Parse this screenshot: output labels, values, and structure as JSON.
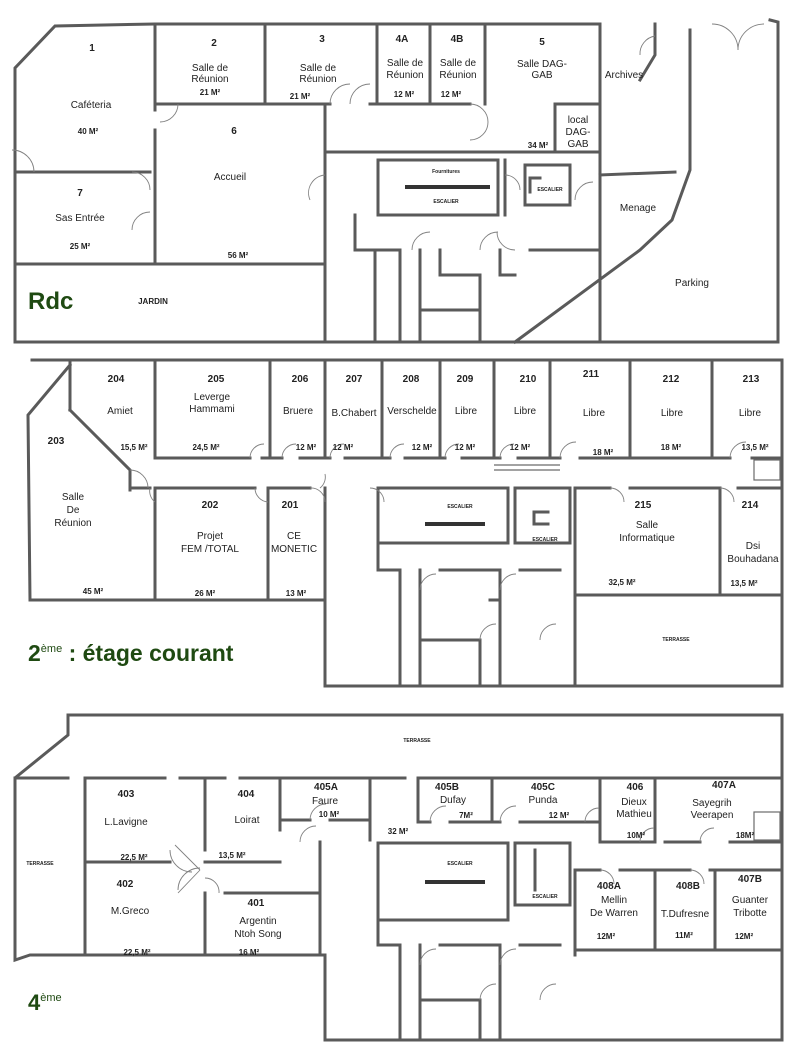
{
  "floors": {
    "rdc": {
      "label": "Rdc",
      "rooms": [
        {
          "num": "1",
          "name": "Caféteria",
          "area": "40 M²"
        },
        {
          "num": "2",
          "name1": "Salle de",
          "name2": "Réunion",
          "area": "21 M²"
        },
        {
          "num": "3",
          "name1": "Salle de",
          "name2": "Réunion",
          "area": "21 M²"
        },
        {
          "num": "4A",
          "name1": "Salle de",
          "name2": "Réunion",
          "area": "12 M²"
        },
        {
          "num": "4B",
          "name1": "Salle de",
          "name2": "Réunion",
          "area": "12 M²"
        },
        {
          "num": "5",
          "name1": "Salle DAG-",
          "name2": "GAB",
          "area": "34 M²"
        },
        {
          "num": "6",
          "name": "Accueil",
          "area": "56 M²"
        },
        {
          "num": "7",
          "name": "Sas Entrée",
          "area": "25 M²"
        }
      ],
      "local": {
        "l1": "local",
        "l2": "DAG-",
        "l3": "GAB"
      },
      "archives": "Archives",
      "fournitures": "Fournitures",
      "escalier1": "ESCALIER",
      "escalier2": "ESCALIER",
      "menage": "Menage",
      "parking": "Parking",
      "jardin": "JARDIN"
    },
    "etage2": {
      "label": {
        "num": "2",
        "sup": "ème",
        "rest": " : étage courant"
      },
      "rooms": [
        {
          "num": "204",
          "name": "Amiet",
          "area": "15,5 M²"
        },
        {
          "num": "205",
          "name1": "Leverge",
          "name2": "Hammami",
          "area": "24,5 M²"
        },
        {
          "num": "206",
          "name": "Bruere",
          "area": "12 M²"
        },
        {
          "num": "207",
          "name": "B.Chabert",
          "area": "12 M²"
        },
        {
          "num": "208",
          "name": "Verschelde",
          "area": "12 M²"
        },
        {
          "num": "209",
          "name": "Libre",
          "area": "12 M²"
        },
        {
          "num": "210",
          "name": "Libre",
          "area": "12 M²"
        },
        {
          "num": "211",
          "name": "Libre",
          "area": "18 M²"
        },
        {
          "num": "212",
          "name": "Libre",
          "area": "18 M²"
        },
        {
          "num": "213",
          "name": "Libre",
          "area": "13,5 M²"
        },
        {
          "num": "203",
          "name1": "Salle",
          "name2": "De",
          "name3": "Réunion",
          "area": "45 M²"
        },
        {
          "num": "202",
          "name1": "Projet",
          "name2": "FEM /TOTAL",
          "area": "26 M²"
        },
        {
          "num": "201",
          "name1": "CE",
          "name2": "MONETIC",
          "area": "13 M²"
        },
        {
          "num": "215",
          "name1": "Salle",
          "name2": "Informatique",
          "area": "32,5 M²"
        },
        {
          "num": "214",
          "name1": "Dsi",
          "name2": "Bouhadana",
          "area": "13,5 M²"
        }
      ],
      "escalier1": "ESCALIER",
      "escalier2": "ESCALIER",
      "terrasse": "TERRASSE"
    },
    "etage4": {
      "label": {
        "num": "4",
        "sup": "ème"
      },
      "rooms": [
        {
          "num": "403",
          "name": "L.Lavigne",
          "area": "22,5 M²"
        },
        {
          "num": "404",
          "name": "Loirat",
          "area": "13,5 M²"
        },
        {
          "num": "405A",
          "name": "Faure",
          "area": "10 M²"
        },
        {
          "num": "405B",
          "name": "Dufay",
          "area": "7M²"
        },
        {
          "num": "405C",
          "name": "Punda",
          "area": "12 M²"
        },
        {
          "num": "406",
          "name1": "Dieux",
          "name2": "Mathieu",
          "area": "10M²"
        },
        {
          "num": "407A",
          "name1": "Sayegrih",
          "name2": "Veerapen",
          "area": "18M²"
        },
        {
          "num": "402",
          "name": "M.Greco",
          "area": "22,5 M²"
        },
        {
          "num": "401",
          "name1": "Argentin",
          "name2": "Ntoh Song",
          "area": "16 M²"
        },
        {
          "num": "408A",
          "name1": "Mellin",
          "name2": "De Warren",
          "area": "12M²"
        },
        {
          "num": "408B",
          "name": "T.Dufresne",
          "area": "11M²"
        },
        {
          "num": "407B",
          "name1": "Guanter",
          "name2": "Tribotte",
          "area": "12M²"
        }
      ],
      "corridor_area": "32 M²",
      "terrasse_top": "TERRASSE",
      "terrasse_left": "TERRASSE",
      "escalier1": "ESCALIER",
      "escalier2": "ESCALIER"
    }
  }
}
